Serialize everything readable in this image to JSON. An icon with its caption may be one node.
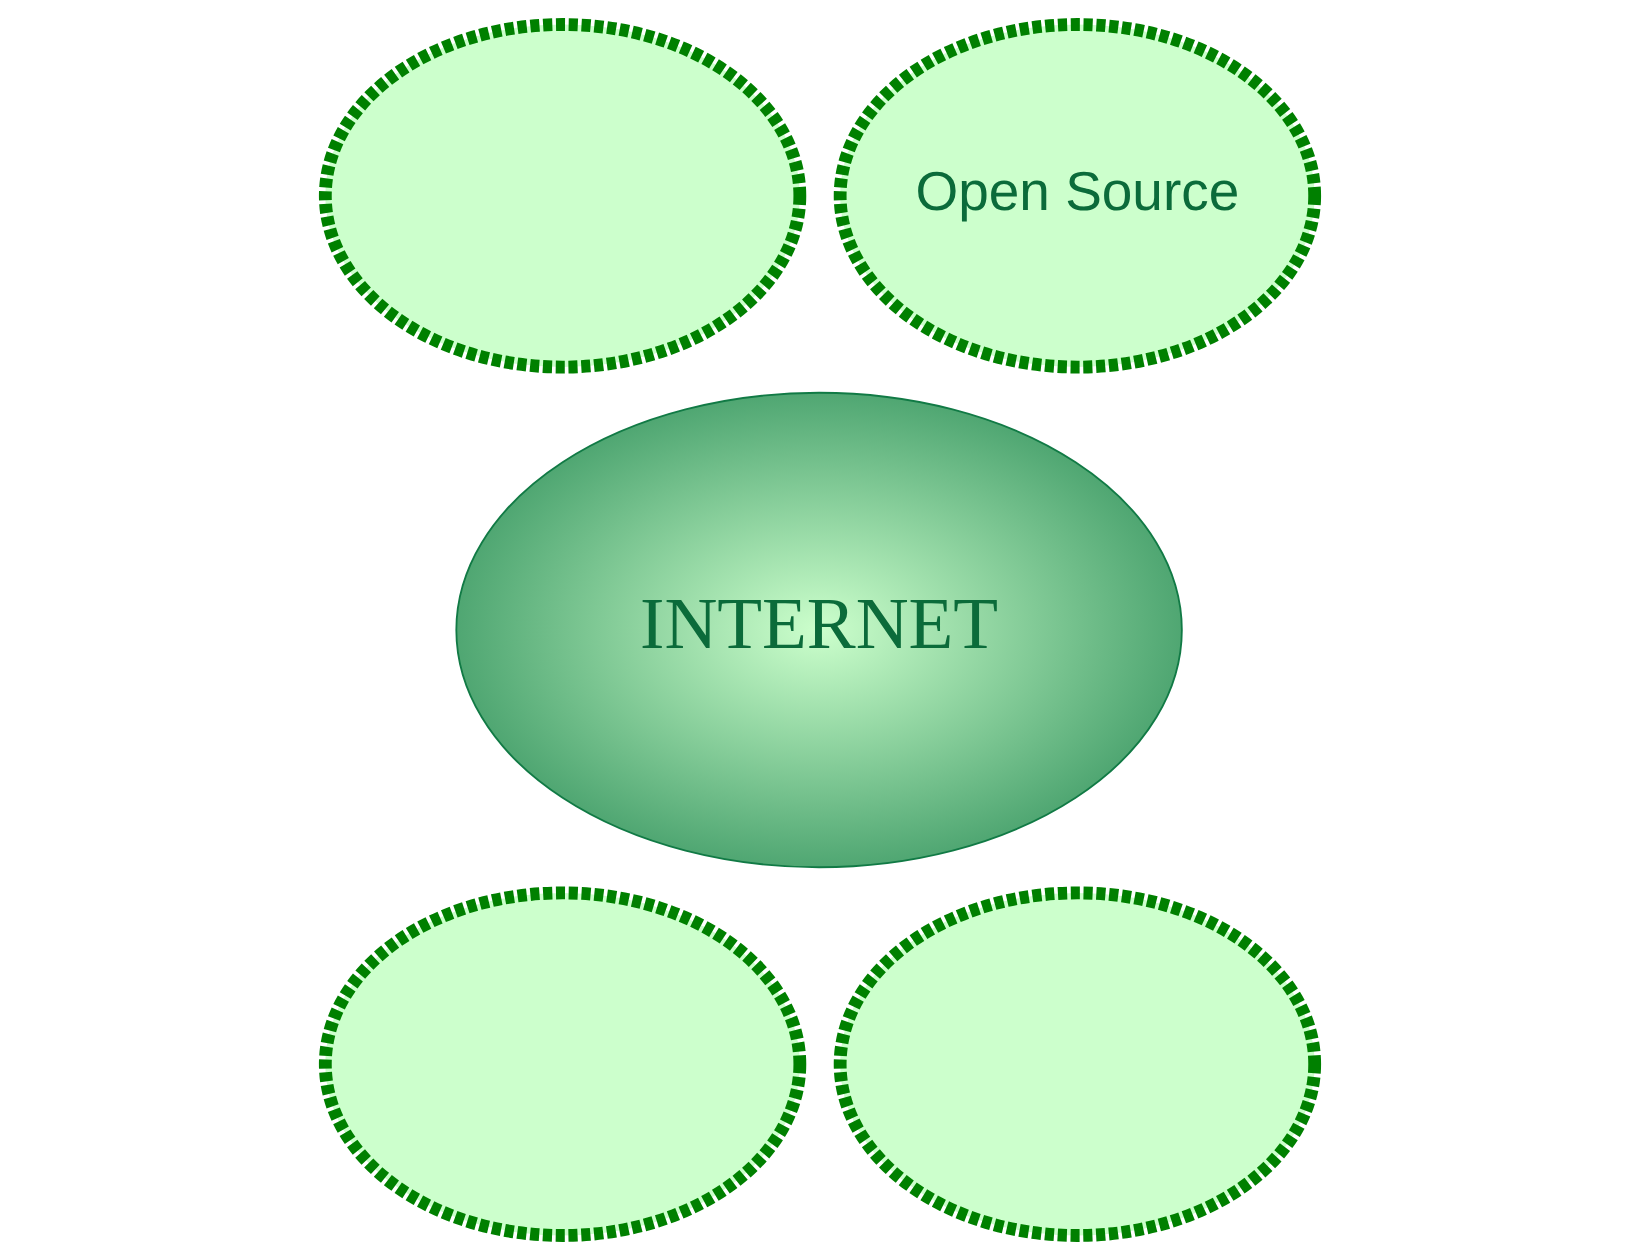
{
  "diagram": {
    "nodes": [
      {
        "text": [],
        "shape": "ellipse"
      },
      {
        "text": [
          "Open Source"
        ]
      },
      {
        "text": [
          "INTERNET"
        ]
      },
      {
        "text": [],
        "shape": "ellipse"
      },
      {
        "text": [],
        "shape": "ellipse"
      }
    ]
  }
}
